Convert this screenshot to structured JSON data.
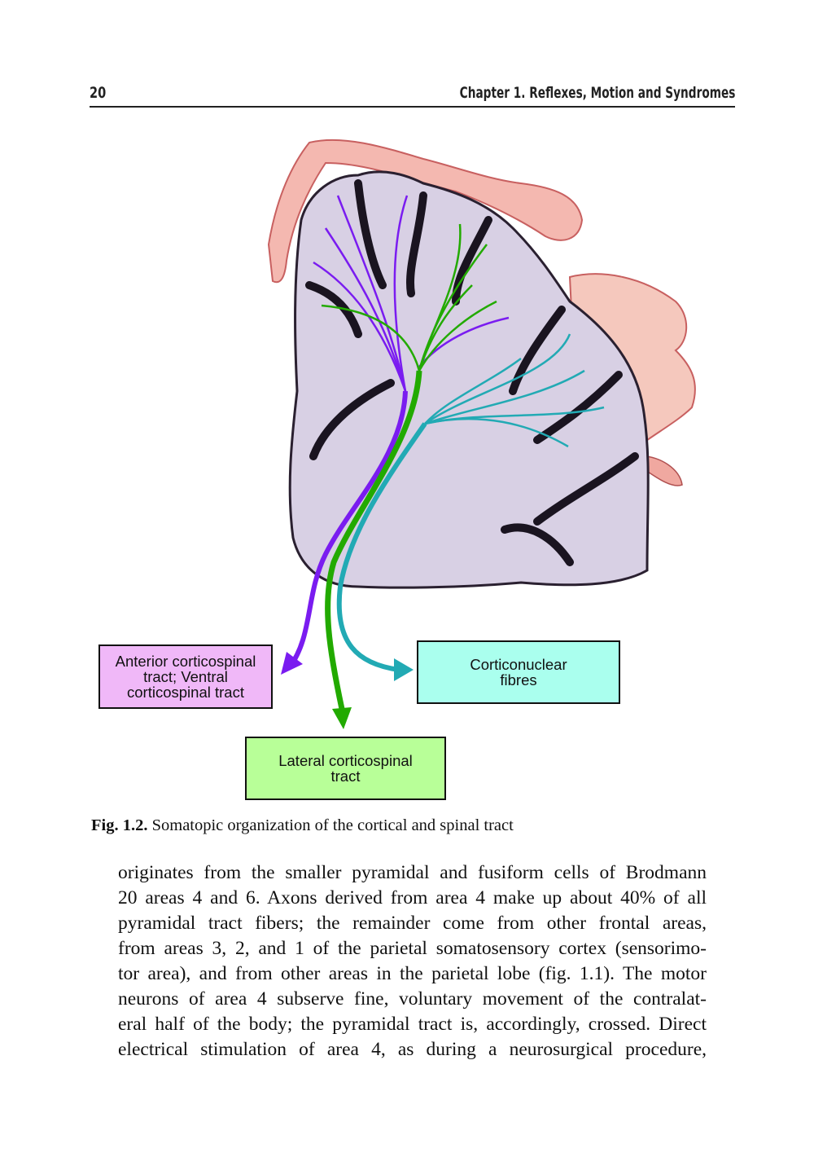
{
  "header": {
    "page_number": "20",
    "chapter_title": "Chapter 1. Reflexes, Motion and Syndromes"
  },
  "figure": {
    "labels": {
      "anterior": "Anterior corticospinal tract; Ventral corticospinal tract",
      "corticonuclear": "Corticonuclear fibres",
      "lateral": "Lateral corticospinal tract"
    },
    "colors": {
      "purple": "#7a1cf0",
      "green": "#22aa00",
      "teal": "#22aab4",
      "pink_box": "#f0b8f8",
      "teal_box": "#aaffee",
      "green_box": "#b8ff98"
    },
    "caption_label": "Fig. 1.2.",
    "caption_text": "Somatopic organization of the cortical and spinal tract"
  },
  "body_lines": [
    "originates from the smaller pyramidal and fusiform cells of Brodmann",
    "20 areas 4 and 6. Axons derived from area 4 make up about 40% of all",
    "pyramidal tract fibers; the remainder come from other frontal areas,",
    "from areas 3, 2, and 1 of the parietal somatosensory cortex (sensorimo-",
    "tor area), and from other areas in the parietal lobe (fig. 1.1). The motor",
    "neurons of area 4 subserve fine, voluntary movement of the contralat-",
    "eral half of the body; the pyramidal tract is, accordingly, crossed. Direct",
    "electrical stimulation of area 4, as during a neurosurgical procedure,"
  ]
}
